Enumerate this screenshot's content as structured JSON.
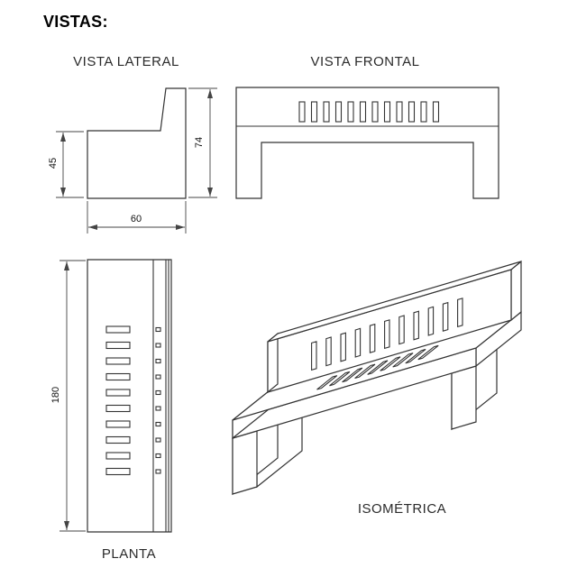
{
  "title": "VISTAS:",
  "views": {
    "lateral": {
      "label": "VISTA LATERAL",
      "dim_seat_height": "45",
      "dim_total_height": "74",
      "dim_depth": "60"
    },
    "frontal": {
      "label": "VISTA FRONTAL",
      "slot_count": 12
    },
    "planta": {
      "label": "PLANTA",
      "dim_length": "180",
      "slot_count": 10,
      "mark_count": 10
    },
    "isometrica": {
      "label": "ISOMÉTRICA",
      "back_slot_count": 11,
      "seat_slot_count": 9
    }
  },
  "colors": {
    "line": "#333333",
    "text": "#1a1a1a",
    "background": "#ffffff"
  }
}
